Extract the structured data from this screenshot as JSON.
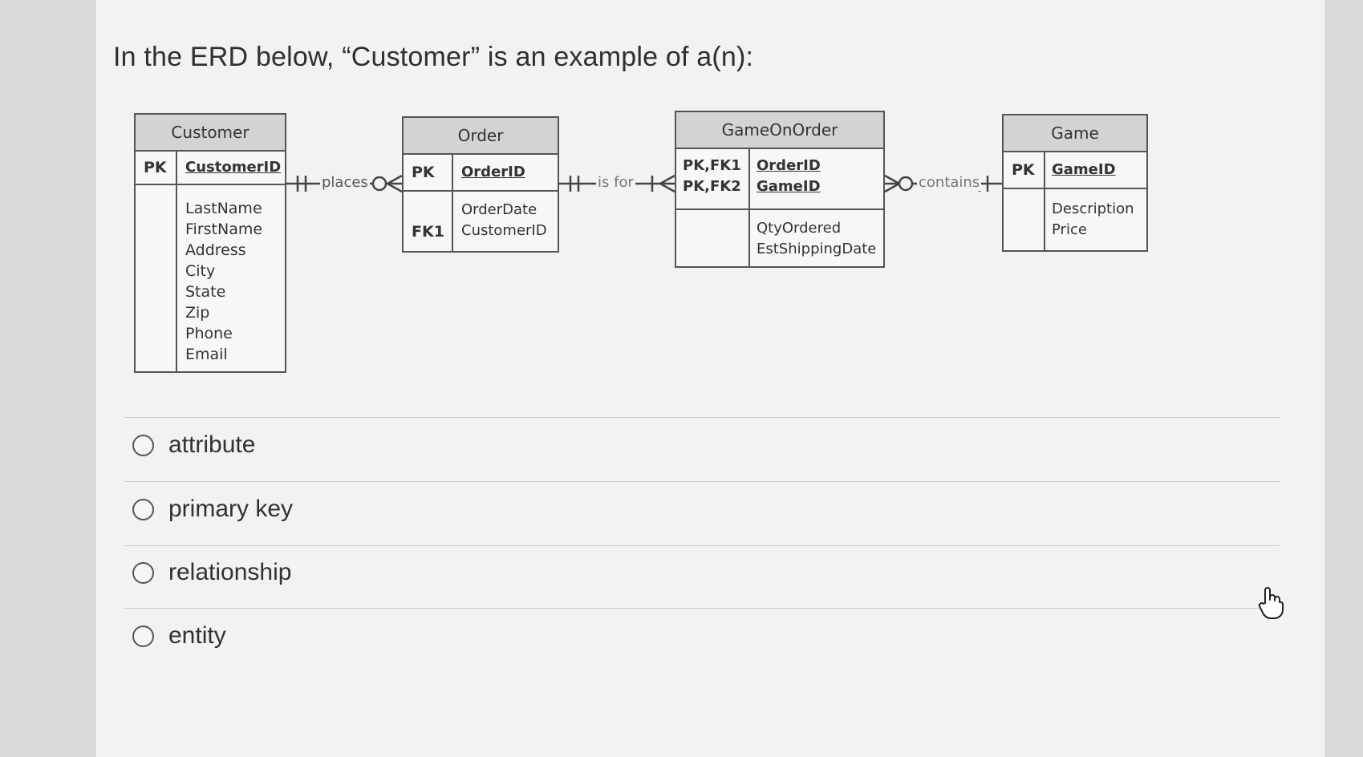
{
  "question": {
    "text": "In the ERD below, “Customer” is an example of a(n):"
  },
  "erd": {
    "customer": {
      "name": "Customer",
      "key_label": "PK",
      "key_field": "CustomerID",
      "attributes": [
        "LastName",
        "FirstName",
        "Address",
        "City",
        "State",
        "Zip",
        "Phone",
        "Email"
      ]
    },
    "order": {
      "name": "Order",
      "key_label": "PK",
      "key_field": "OrderID",
      "fk_label": "FK1",
      "attributes": [
        "OrderDate",
        "CustomerID"
      ]
    },
    "gameonorder": {
      "name": "GameOnOrder",
      "key_labels": [
        "PK,FK1",
        "PK,FK2"
      ],
      "key_fields": [
        "OrderID",
        "GameID"
      ],
      "attributes": [
        "QtyOrdered",
        "EstShippingDate"
      ]
    },
    "game": {
      "name": "Game",
      "key_label": "PK",
      "key_field": "GameID",
      "attributes": [
        "Description",
        "Price"
      ]
    },
    "relationships": {
      "places": "places",
      "is_for": "is for",
      "contains": "contains"
    }
  },
  "options": [
    {
      "label": "attribute"
    },
    {
      "label": "primary key"
    },
    {
      "label": "relationship"
    },
    {
      "label": "entity"
    }
  ]
}
